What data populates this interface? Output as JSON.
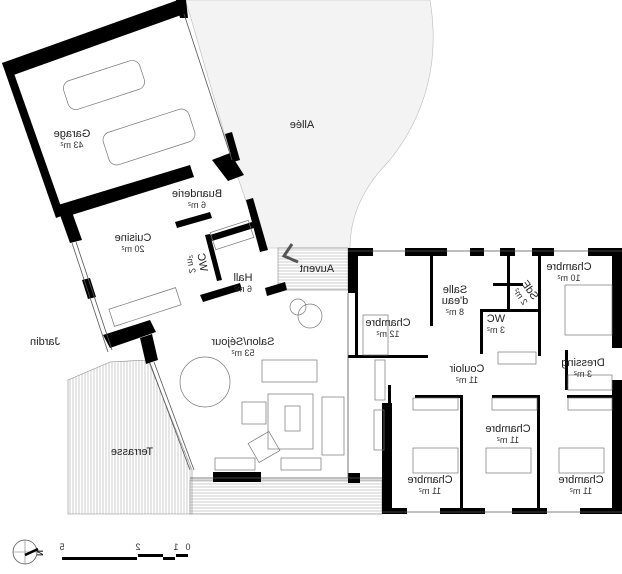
{
  "plan": {
    "text_mirrored": true,
    "rooms": [
      {
        "id": "garage",
        "name": "Garage",
        "area": "43 m²"
      },
      {
        "id": "allee",
        "name": "Allée",
        "area": ""
      },
      {
        "id": "buanderie",
        "name": "Buanderie",
        "area": "6 m²"
      },
      {
        "id": "cuisine",
        "name": "Cuisine",
        "area": "20 m²"
      },
      {
        "id": "wc-1",
        "name": "WC",
        "area": "2 m²"
      },
      {
        "id": "hall",
        "name": "Hall",
        "area": "6 m²"
      },
      {
        "id": "auvent",
        "name": "Auvent",
        "area": ""
      },
      {
        "id": "jardin",
        "name": "Jardin",
        "area": ""
      },
      {
        "id": "salon-sejour",
        "name": "Salon/Séjour",
        "area": "53 m²"
      },
      {
        "id": "terrasse",
        "name": "Terrasse",
        "area": ""
      },
      {
        "id": "chambre-12",
        "name": "Chambre",
        "area": "12 m²"
      },
      {
        "id": "salle-d-eau",
        "name": "Salle\nd'eau",
        "area": "8 m²"
      },
      {
        "id": "sde",
        "name": "SdE",
        "area": "2 m²"
      },
      {
        "id": "wc-2",
        "name": "WC",
        "area": "3 m²"
      },
      {
        "id": "chambre-10",
        "name": "Chambre",
        "area": "10 m²"
      },
      {
        "id": "dressing",
        "name": "Dressing",
        "area": "3 m²"
      },
      {
        "id": "couloir",
        "name": "Couloir",
        "area": "11 m²"
      },
      {
        "id": "chambre-11-a",
        "name": "Chambre",
        "area": "11 m²"
      },
      {
        "id": "chambre-11-b",
        "name": "Chambre",
        "area": "11 m²"
      },
      {
        "id": "chambre-11-c",
        "name": "Chambre",
        "area": "11 m²"
      }
    ],
    "scale_bar": {
      "ticks": [
        "0",
        "1",
        "2",
        "5"
      ]
    },
    "north_label": "N"
  }
}
